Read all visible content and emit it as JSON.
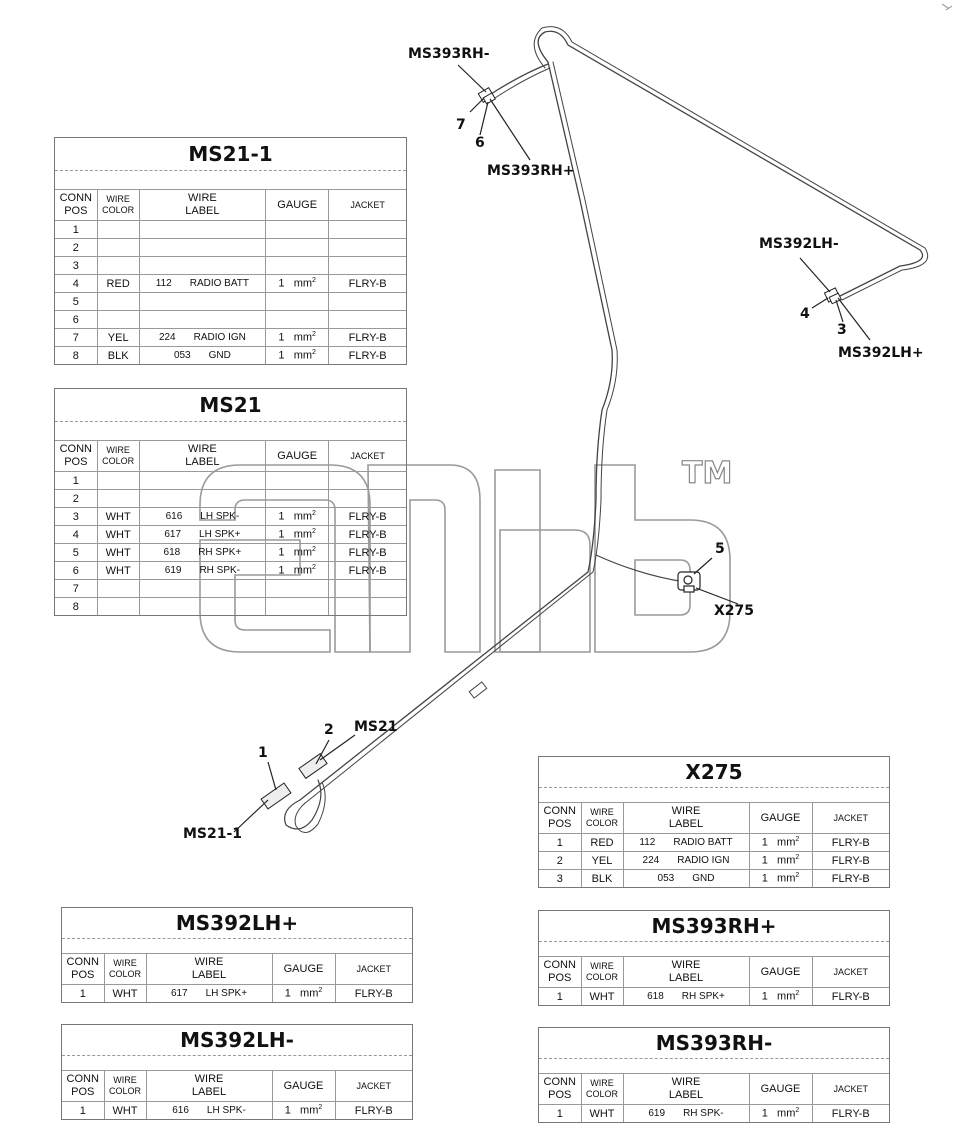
{
  "watermark": {
    "tm": "TM"
  },
  "labels": {
    "ms393rh_minus": "MS393RH-",
    "ms393rh_plus": "MS393RH+",
    "pin7": "7",
    "pin6": "6",
    "ms392lh_minus": "MS392LH-",
    "ms392lh_plus": "MS392LH+",
    "pin4": "4",
    "pin3": "3",
    "pin5": "5",
    "x275": "X275",
    "pin1": "1",
    "pin2": "2",
    "ms21": "MS21",
    "ms21_1": "MS21-1"
  },
  "headers": {
    "conn": "CONN",
    "pos": "POS",
    "wire": "WIRE",
    "color": "COLOR",
    "label": "LABEL",
    "gauge": "GAUGE",
    "jacket": "JACKET"
  },
  "tables": {
    "ms21_1": {
      "title": "MS21-1",
      "rows": [
        [
          "1",
          "",
          "",
          "",
          "",
          ""
        ],
        [
          "2",
          "",
          "",
          "",
          "",
          ""
        ],
        [
          "3",
          "",
          "",
          "",
          "",
          ""
        ],
        [
          "4",
          "RED",
          "112",
          "RADIO BATT",
          "1",
          "FLRY-B"
        ],
        [
          "5",
          "",
          "",
          "",
          "",
          ""
        ],
        [
          "6",
          "",
          "",
          "",
          "",
          ""
        ],
        [
          "7",
          "YEL",
          "224",
          "RADIO IGN",
          "1",
          "FLRY-B"
        ],
        [
          "8",
          "BLK",
          "053",
          "GND",
          "1",
          "FLRY-B"
        ]
      ]
    },
    "ms21": {
      "title": "MS21",
      "rows": [
        [
          "1",
          "",
          "",
          "",
          "",
          ""
        ],
        [
          "2",
          "",
          "",
          "",
          "",
          ""
        ],
        [
          "3",
          "WHT",
          "616",
          "LH SPK-",
          "1",
          "FLRY-B"
        ],
        [
          "4",
          "WHT",
          "617",
          "LH SPK+",
          "1",
          "FLRY-B"
        ],
        [
          "5",
          "WHT",
          "618",
          "RH SPK+",
          "1",
          "FLRY-B"
        ],
        [
          "6",
          "WHT",
          "619",
          "RH SPK-",
          "1",
          "FLRY-B"
        ],
        [
          "7",
          "",
          "",
          "",
          "",
          ""
        ],
        [
          "8",
          "",
          "",
          "",
          "",
          ""
        ]
      ]
    },
    "x275": {
      "title": "X275",
      "rows": [
        [
          "1",
          "RED",
          "112",
          "RADIO BATT",
          "1",
          "FLRY-B"
        ],
        [
          "2",
          "YEL",
          "224",
          "RADIO IGN",
          "1",
          "FLRY-B"
        ],
        [
          "3",
          "BLK",
          "053",
          "GND",
          "1",
          "FLRY-B"
        ]
      ]
    },
    "ms392lh_plus": {
      "title": "MS392LH+",
      "rows": [
        [
          "1",
          "WHT",
          "617",
          "LH SPK+",
          "1",
          "FLRY-B"
        ]
      ]
    },
    "ms393rh_plus": {
      "title": "MS393RH+",
      "rows": [
        [
          "1",
          "WHT",
          "618",
          "RH SPK+",
          "1",
          "FLRY-B"
        ]
      ]
    },
    "ms392lh_minus": {
      "title": "MS392LH-",
      "rows": [
        [
          "1",
          "WHT",
          "616",
          "LH SPK-",
          "1",
          "FLRY-B"
        ]
      ]
    },
    "ms393rh_minus": {
      "title": "MS393RH-",
      "rows": [
        [
          "1",
          "WHT",
          "619",
          "RH SPK-",
          "1",
          "FLRY-B"
        ]
      ]
    }
  },
  "units": {
    "gauge": "mm"
  }
}
